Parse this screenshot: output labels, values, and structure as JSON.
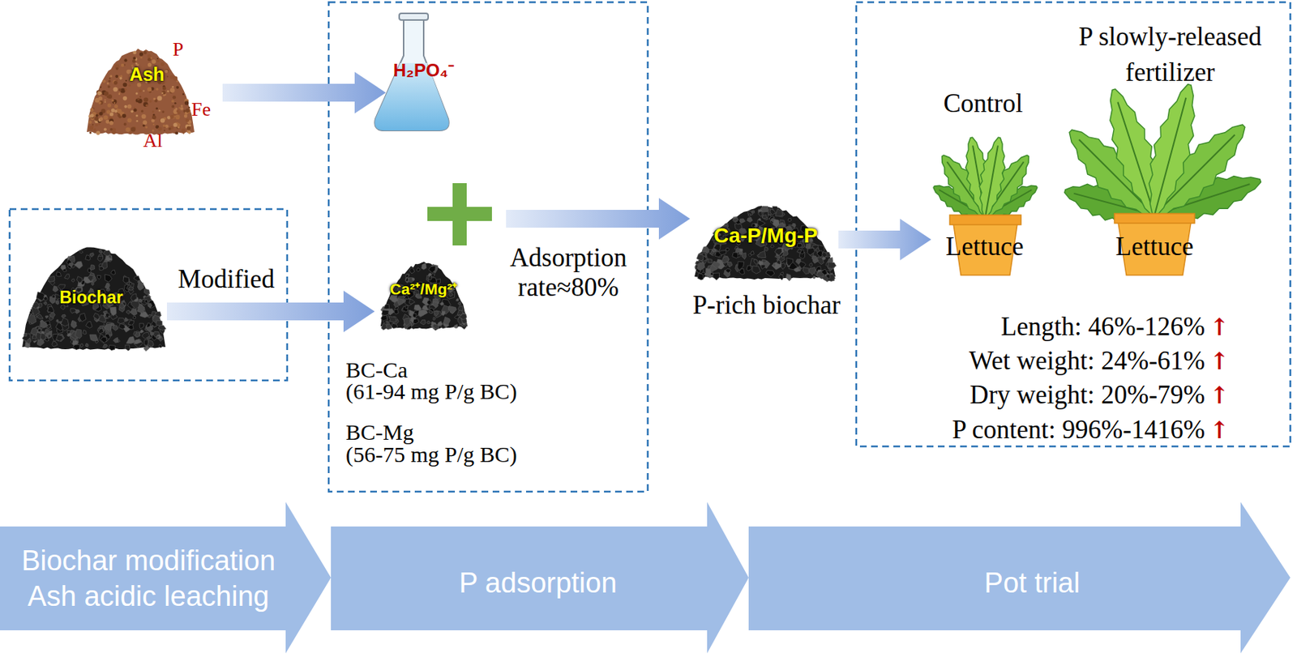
{
  "diagram": {
    "nodes": [
      {
        "text": [
          "Ash",
          "P",
          "Fe",
          "Al"
        ]
      },
      {
        "text": [
          "H₂PO₄⁻"
        ]
      },
      {
        "text": [
          "Biochar"
        ]
      },
      {
        "text": [
          "Ca²⁺/Mg²⁺"
        ]
      },
      {
        "text": [
          "Ca-P/Mg-P",
          "P-rich biochar"
        ]
      },
      {
        "text": [
          "Control",
          "Lettuce"
        ]
      },
      {
        "text": [
          "P slowly-released fertilizer",
          "Lettuce"
        ]
      },
      {
        "text": [
          "Biochar modification Ash acidic leaching"
        ]
      },
      {
        "text": [
          "P adsorption"
        ]
      },
      {
        "text": [
          "Pot trial"
        ]
      }
    ],
    "edges": [
      {
        "from": 0,
        "to": 1,
        "arrow": "to"
      },
      {
        "from": 2,
        "to": 3,
        "label": "Modified",
        "arrow": "to"
      },
      {
        "from": 3,
        "to": 4,
        "label": "Adsorption rate≈80%",
        "arrow": "to"
      },
      {
        "from": 4,
        "to": 5,
        "arrow": "to"
      }
    ],
    "labels": [
      "BC-Ca",
      "(61-94 mg P/g BC)",
      "BC-Mg",
      "(56-75 mg P/g BC)",
      "Length: 46%-126%",
      "↑",
      "Wet weight: 24%-61%",
      "↑",
      "Dry weight: 20%-79%",
      "↑",
      "P content: 996%-1416%",
      "↑"
    ]
  }
}
